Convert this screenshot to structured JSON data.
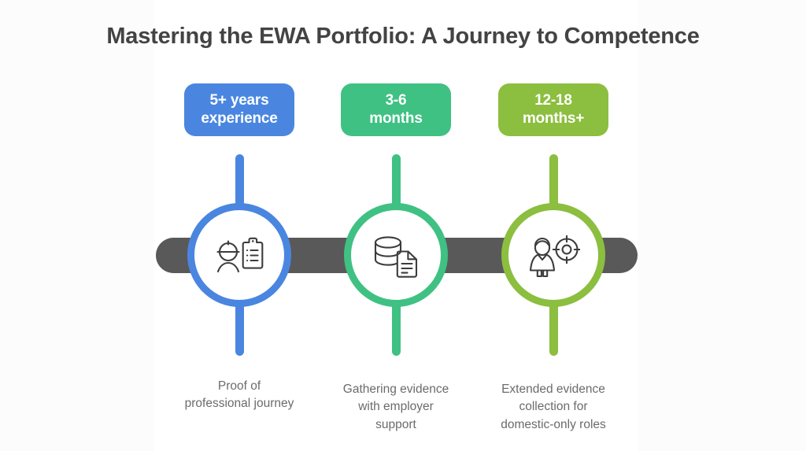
{
  "page": {
    "title": "Mastering the EWA Portfolio: A Journey to Competence",
    "background_color": "#ffffff",
    "title_color": "#434343",
    "connector_bar_color": "#595959",
    "caption_color": "#6b6b6b"
  },
  "stages": [
    {
      "id": "stage-1",
      "badge_label": "5+ years\nexperience",
      "caption": "Proof of\nprofessional journey",
      "color": "#4a86e0",
      "icon": "worker-with-clipboard-icon"
    },
    {
      "id": "stage-2",
      "badge_label": "3-6\nmonths",
      "caption": "Gathering evidence\nwith employer\nsupport",
      "color": "#3fc183",
      "icon": "database-with-document-icon"
    },
    {
      "id": "stage-3",
      "badge_label": "12-18\nmonths+",
      "caption": "Extended evidence\ncollection for\ndomestic-only roles",
      "color": "#8cbe3f",
      "icon": "person-with-target-icon"
    }
  ]
}
